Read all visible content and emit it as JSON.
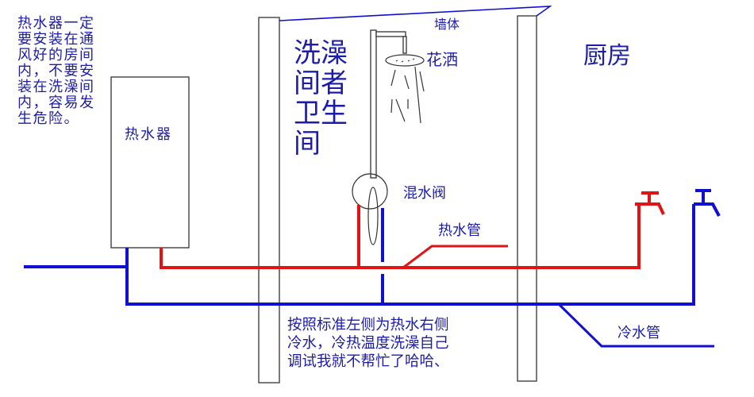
{
  "colors": {
    "hot_pipe": "#e01414",
    "cold_pipe": "#1010d0",
    "text": "#1c1ca8"
  },
  "warning_note": [
    "热水器一定",
    "要安装在通",
    "风好的房间",
    "内，不要安",
    "装在洗澡间",
    "内，容易发",
    "生危险。"
  ],
  "heater_label": "热水器",
  "bathroom_label_rows": [
    "洗澡",
    "间者",
    "卫生",
    "间"
  ],
  "wall_label": "墙体",
  "shower_label": "花洒",
  "kitchen_label": "厨房",
  "mixer_label": "混水阀",
  "hot_pipe_label": "热水管",
  "cold_pipe_label": "冷水管",
  "bottom_note": [
    "按照标准左侧为热水右侧",
    "冷水，冷热温度洗澡自己",
    "调试我就不帮忙了哈哈、"
  ]
}
